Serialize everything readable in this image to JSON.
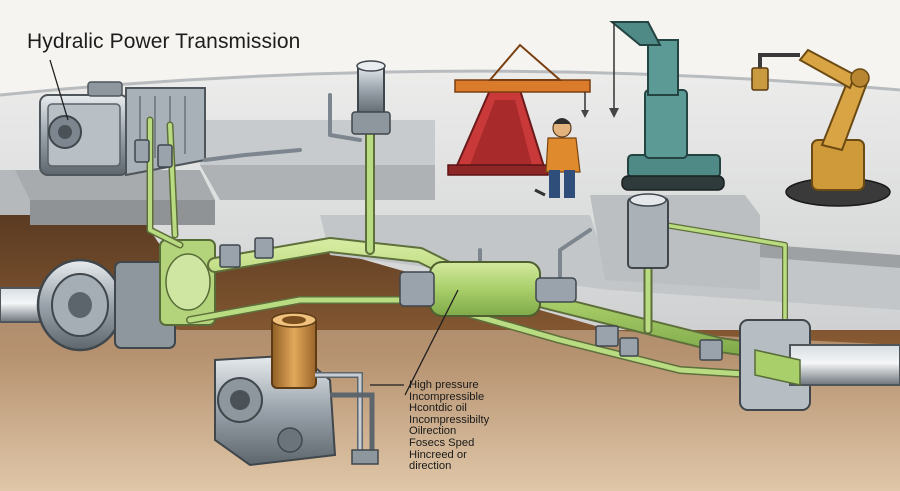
{
  "title": "Hydralic Power Transmission",
  "annotation": {
    "lines": [
      "High pressure",
      "Incompressible",
      "Hcontdic oil",
      "Incompressibilty",
      "Oilrection",
      "Fosecs Sped",
      "Hincreed or",
      "direction"
    ]
  },
  "colors": {
    "hydraulic_fluid": "#a9cf6a",
    "metal": "#9aa3ab",
    "floor": "#d8d9d8",
    "soil": "#7a5232",
    "crane": "#c9393a",
    "crane_arm": "#d97b2b",
    "excavator": "#4f8a86",
    "robot_arm": "#cf9a3a",
    "reservoir": "#c58a3c"
  },
  "icons": [
    "motor-icon",
    "hydraulic-pump-icon",
    "gantry-crane-icon",
    "mobile-crane-icon",
    "robotic-arm-icon",
    "worker-icon",
    "shaft-icon"
  ]
}
